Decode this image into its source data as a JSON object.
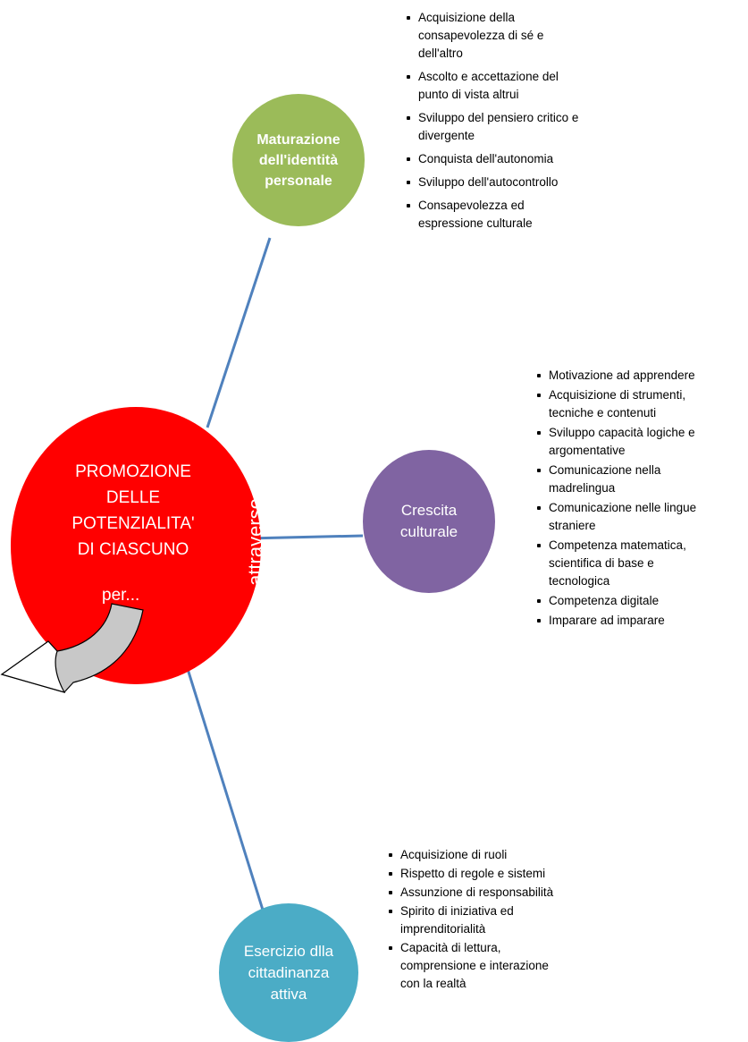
{
  "center": {
    "title": "PROMOZIONE\nDELLE\nPOTENZIALITA'\nDI CIASCUNO",
    "per": "per...",
    "through": "attraverso"
  },
  "nodes": {
    "identity": {
      "label": "Maturazione\ndell'identità\npersonale",
      "color": "#9bbb59",
      "items": [
        "Acquisizione della\nconsapevolezza di sé e\ndell'altro",
        "Ascolto e accettazione del\npunto di vista altrui",
        "Sviluppo del pensiero critico e\ndivergente",
        "Conquista dell'autonomia",
        "Sviluppo dell'autocontrollo",
        "Consapevolezza ed\nespressione culturale"
      ]
    },
    "culture": {
      "label": "Crescita\nculturale",
      "color": "#8064a2",
      "items": [
        "Motivazione ad apprendere",
        "Acquisizione di strumenti,\ntecniche e contenuti",
        "Sviluppo capacità logiche e\nargomentative",
        "Comunicazione nella\nmadrelingua",
        "Comunicazione nelle lingue\nstraniere",
        "Competenza matematica,\nscientifica di base e\ntecnologica",
        "Competenza digitale",
        "Imparare ad imparare"
      ]
    },
    "citizenship": {
      "label": "Esercizio dlla\ncittadinanza\nattiva",
      "color": "#4bacc6",
      "items": [
        "Acquisizione di ruoli",
        "Rispetto di regole e sistemi",
        "Assunzione di responsabilità",
        "Spirito di iniziativa ed\nimprenditorialità",
        "Capacità di lettura,\ncomprensione e interazione\ncon la realtà"
      ]
    }
  },
  "colors": {
    "center": "#ff0000",
    "connector": "#4f81bd"
  }
}
